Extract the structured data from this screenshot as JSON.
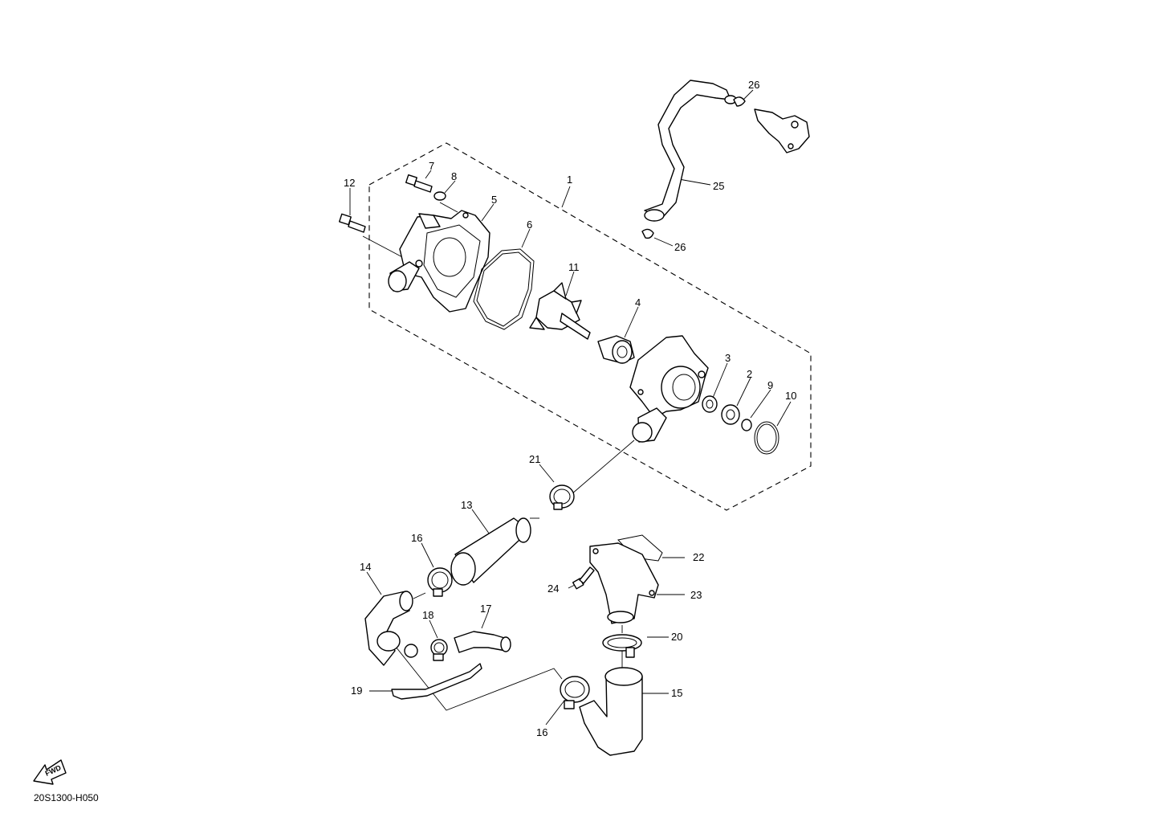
{
  "diagram_code": "20S1300-H050",
  "fwd_badge": "FWD",
  "callouts": {
    "c1": "1",
    "c2": "2",
    "c3": "3",
    "c4": "4",
    "c5": "5",
    "c6": "6",
    "c7": "7",
    "c8": "8",
    "c9": "9",
    "c10": "10",
    "c11": "11",
    "c12": "12",
    "c13": "13",
    "c14": "14",
    "c15": "15",
    "c16a": "16",
    "c16b": "16",
    "c17": "17",
    "c18": "18",
    "c19": "19",
    "c20": "20",
    "c21": "21",
    "c22": "22",
    "c23": "23",
    "c24": "24",
    "c25": "25",
    "c26a": "26",
    "c26b": "26"
  },
  "icons": {
    "fwd": "fwd-arrow-icon"
  },
  "colors": {
    "line": "#000000",
    "background": "#ffffff"
  }
}
